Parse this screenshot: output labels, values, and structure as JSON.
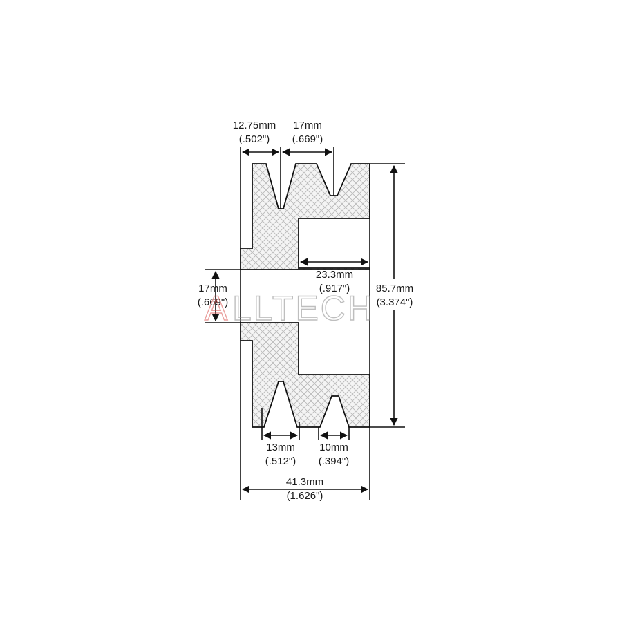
{
  "watermark": {
    "text": "ALLTECH",
    "color_first_letter": "#d9534f",
    "color_rest": "#8a8a8a"
  },
  "dimensions": {
    "groove_top_1": {
      "mm": "12.75mm",
      "inch": "(.502\")"
    },
    "groove_top_2": {
      "mm": "17mm",
      "inch": "(.669\")"
    },
    "bore_depth": {
      "mm": "23.3mm",
      "inch": "(.917\")"
    },
    "bore_dia": {
      "mm": "17mm",
      "inch": "(.669\")"
    },
    "overall_height": {
      "mm": "85.7mm",
      "inch": "(3.374\")"
    },
    "groove_bottom_1": {
      "mm": "13mm",
      "inch": "(.512\")"
    },
    "groove_bottom_2": {
      "mm": "10mm",
      "inch": "(.394\")"
    },
    "overall_width": {
      "mm": "41.3mm",
      "inch": "(1.626\")"
    }
  },
  "colors": {
    "line": "#111111",
    "hatch": "#b9b9b9"
  }
}
